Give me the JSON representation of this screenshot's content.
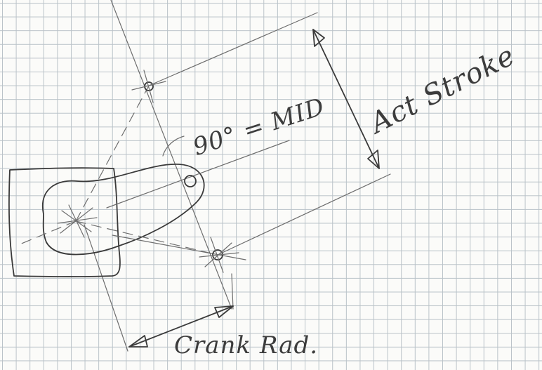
{
  "labels": {
    "act_stroke": "Act Stroke",
    "angle": "90° = MID",
    "crank_rad": "Crank Rad."
  },
  "colors": {
    "paper": "#fbfbf9",
    "grid": "#b9c2c8",
    "pencil": "#4a4a4a"
  }
}
